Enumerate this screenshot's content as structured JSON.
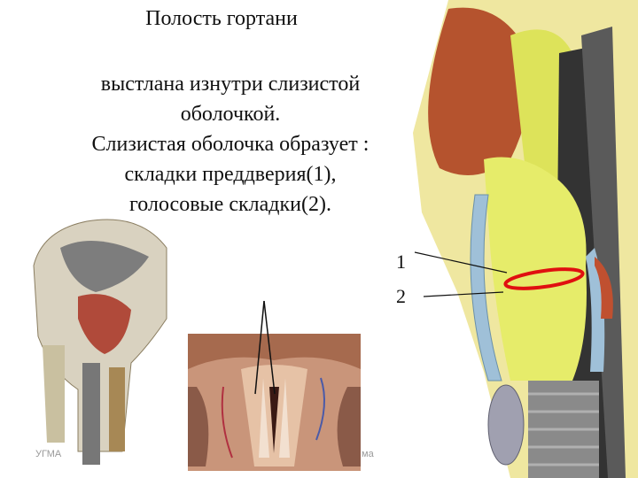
{
  "slide": {
    "title": "Полость гортани",
    "body_lines": [
      "выстлана изнутри слизистой",
      "оболочкой.",
      "Слизистая оболочка образует :",
      "складки преддверия(1),",
      "голосовые складки(2)."
    ],
    "label_1": "1",
    "label_2": "2",
    "footer_left": "УГМА",
    "footer_right": "ма"
  },
  "images": {
    "sagittal_head": "sagittal-section-head-illustration",
    "laryngoscope_view": "vocal-folds-photograph",
    "larynx_section": "larynx-sagittal-section-illustration"
  },
  "colors": {
    "highlight_ellipse": "#e01010",
    "mucosa_yellow": "#e6ec6a",
    "muscle_red": "#b5532e"
  }
}
